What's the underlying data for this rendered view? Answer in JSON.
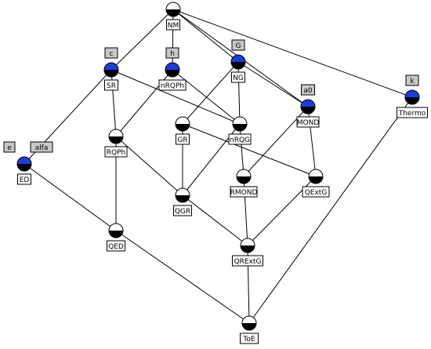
{
  "colors": {
    "concept_top": "#ffffff",
    "concept_bottom": "#000000",
    "attribute_top": "#1e3cd8",
    "line": "#000000",
    "attr_box": "#c8c8c8",
    "obj_box": "#ffffff"
  },
  "nodes": [
    {
      "id": "NM",
      "label": "NM",
      "attr": "",
      "top": "half"
    },
    {
      "id": "SR",
      "label": "SR",
      "attr": "c",
      "top": "blue"
    },
    {
      "id": "nRQPh",
      "label": "nRQPh",
      "attr": "h",
      "top": "blue"
    },
    {
      "id": "NG",
      "label": "NG",
      "attr": "G",
      "top": "blue"
    },
    {
      "id": "MOND",
      "label": "MOND",
      "attr": "a0",
      "top": "blue"
    },
    {
      "id": "Thermo",
      "label": "Thermo",
      "attr": "k",
      "top": "blue"
    },
    {
      "id": "ED",
      "label": "ED",
      "attr": "e|alfa",
      "top": "blue"
    },
    {
      "id": "RQPh",
      "label": "RQPh",
      "attr": "",
      "top": "half"
    },
    {
      "id": "GR",
      "label": "GR",
      "attr": "",
      "top": "half"
    },
    {
      "id": "nRQG",
      "label": "nRQG",
      "attr": "",
      "top": "half"
    },
    {
      "id": "RMOND",
      "label": "RMOND",
      "attr": "",
      "top": "half"
    },
    {
      "id": "QExtG",
      "label": "QExtG",
      "attr": "",
      "top": "half"
    },
    {
      "id": "QGR",
      "label": "QGR",
      "attr": "",
      "top": "half"
    },
    {
      "id": "QED",
      "label": "QED",
      "attr": "",
      "top": "half"
    },
    {
      "id": "QRExtG",
      "label": "QRExtG",
      "attr": "",
      "top": "half"
    },
    {
      "id": "ToE",
      "label": "ToE",
      "attr": "",
      "top": "half"
    }
  ],
  "edges": [
    [
      "NM",
      "SR"
    ],
    [
      "NM",
      "nRQPh"
    ],
    [
      "NM",
      "NG"
    ],
    [
      "NM",
      "MOND"
    ],
    [
      "NM",
      "Thermo"
    ],
    [
      "SR",
      "ED"
    ],
    [
      "SR",
      "RQPh"
    ],
    [
      "SR",
      "nRQG"
    ],
    [
      "nRQPh",
      "RQPh"
    ],
    [
      "nRQPh",
      "nRQG"
    ],
    [
      "NG",
      "GR"
    ],
    [
      "NG",
      "nRQG"
    ],
    [
      "NG",
      "MOND"
    ],
    [
      "MOND",
      "RMOND"
    ],
    [
      "MOND",
      "QExtG"
    ],
    [
      "GR",
      "QGR"
    ],
    [
      "GR",
      "QExtG"
    ],
    [
      "nRQG",
      "QGR"
    ],
    [
      "nRQG",
      "RMOND"
    ],
    [
      "RQPh",
      "QGR"
    ],
    [
      "RQPh",
      "QED"
    ],
    [
      "RMOND",
      "QRExtG"
    ],
    [
      "QExtG",
      "QRExtG"
    ],
    [
      "QGR",
      "QRExtG"
    ],
    [
      "ED",
      "QED"
    ],
    [
      "QED",
      "ToE"
    ],
    [
      "QRExtG",
      "ToE"
    ],
    [
      "Thermo",
      "ToE"
    ]
  ]
}
